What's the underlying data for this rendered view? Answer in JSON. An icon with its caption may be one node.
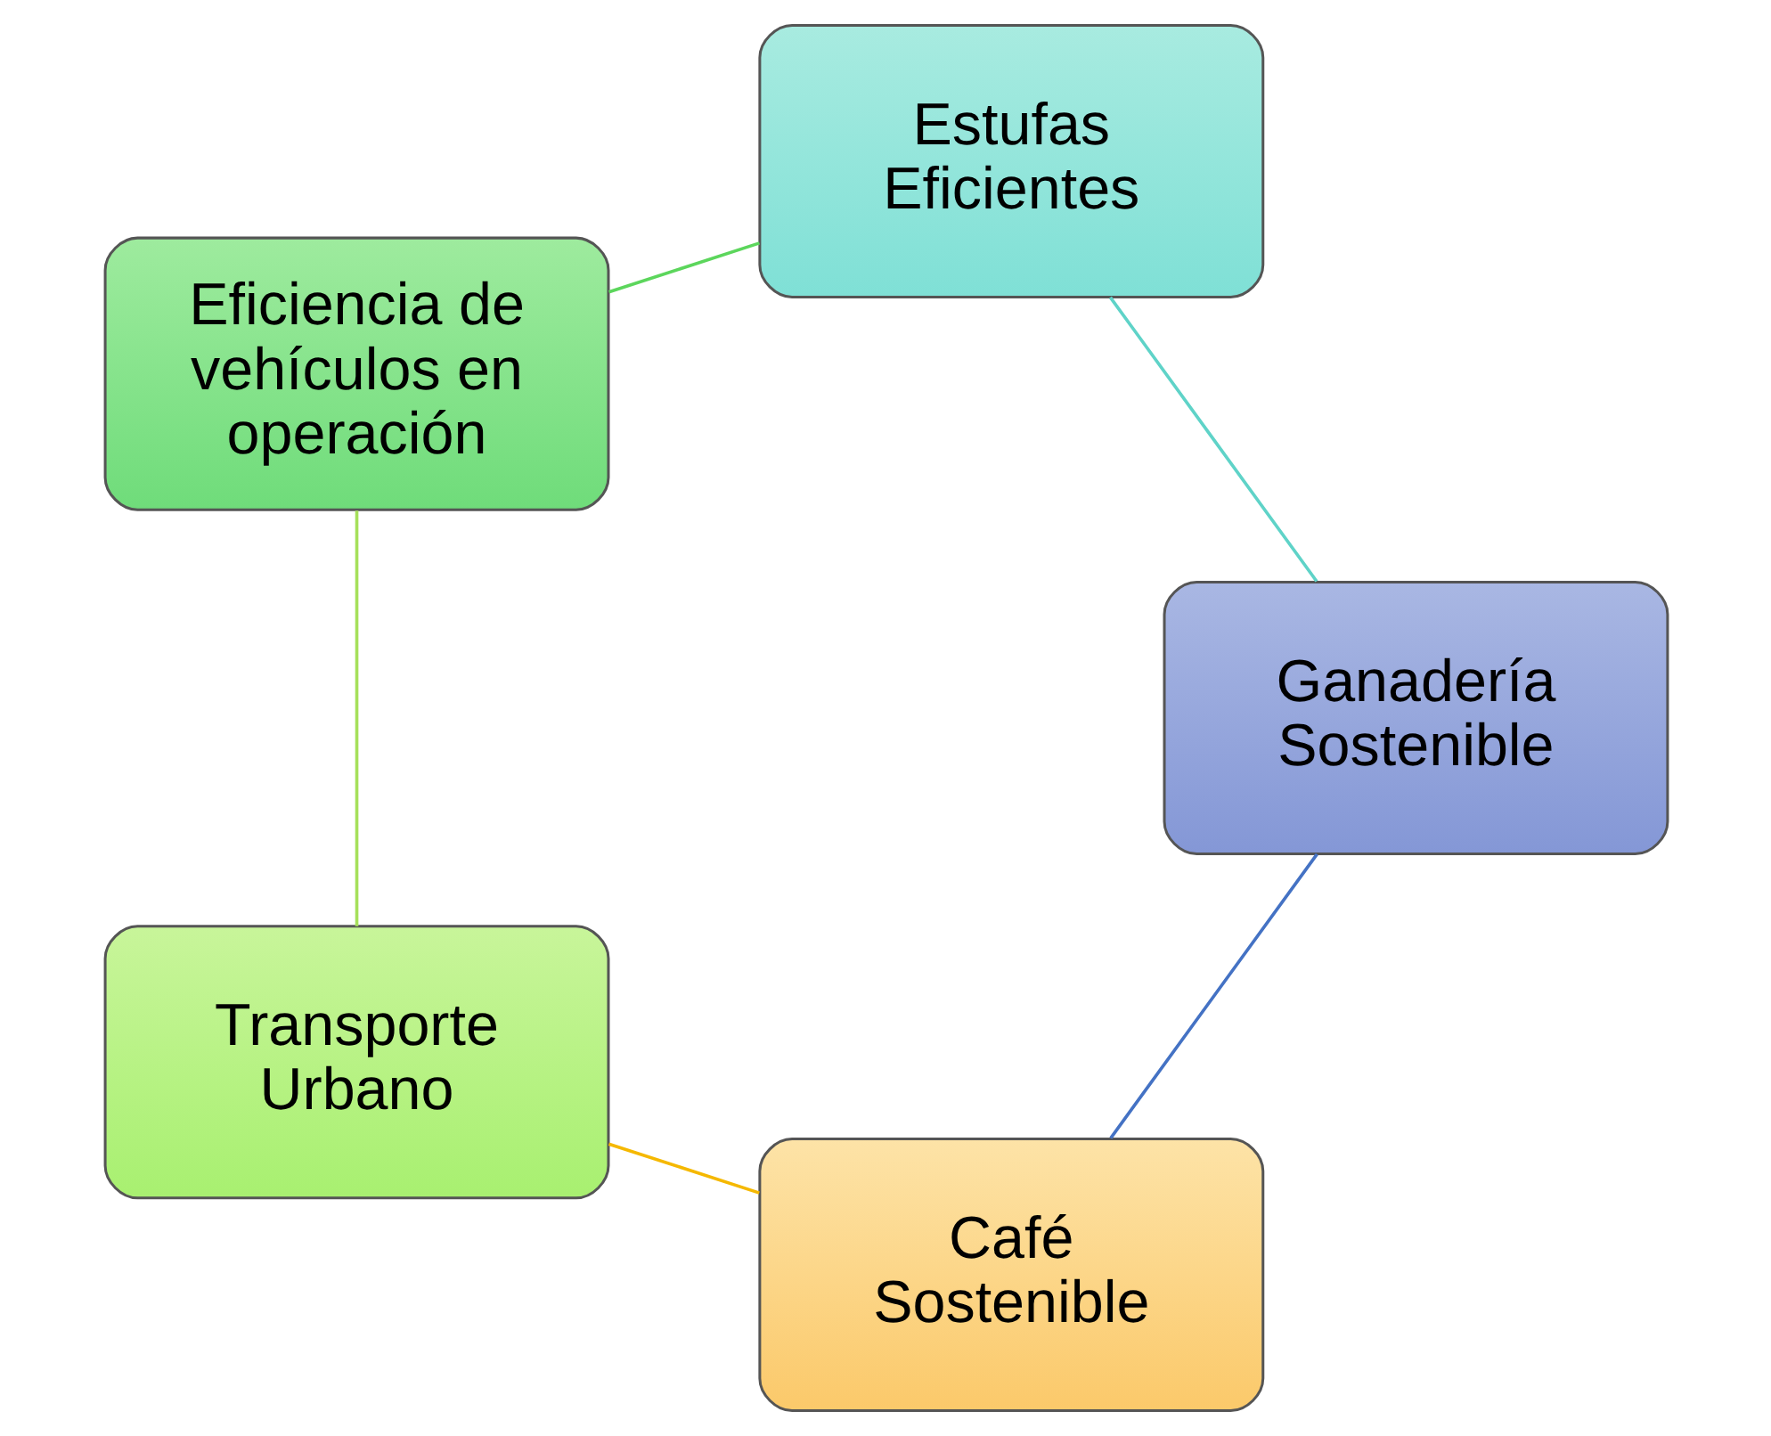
{
  "diagram": {
    "nodes": [
      {
        "text": [
          "Café Sostenible"
        ]
      },
      {
        "text": [
          "Transporte Urbano"
        ]
      },
      {
        "text": [
          "Eficiencia de vehículos en operación"
        ]
      },
      {
        "text": [
          "Estufas Eficientes"
        ]
      },
      {
        "text": [
          "Ganadería Sostenible"
        ]
      }
    ],
    "edges": [
      {
        "from": 0,
        "to": 1,
        "arrow": "none",
        "color": "#f5b800"
      },
      {
        "from": 1,
        "to": 2,
        "arrow": "none",
        "color": "#a6e05a"
      },
      {
        "from": 2,
        "to": 3,
        "arrow": "none",
        "color": "#5cd65c"
      },
      {
        "from": 3,
        "to": 4,
        "arrow": "none",
        "color": "#5fd3c8"
      },
      {
        "from": 4,
        "to": 0,
        "arrow": "none",
        "color": "#4472c4"
      }
    ]
  }
}
